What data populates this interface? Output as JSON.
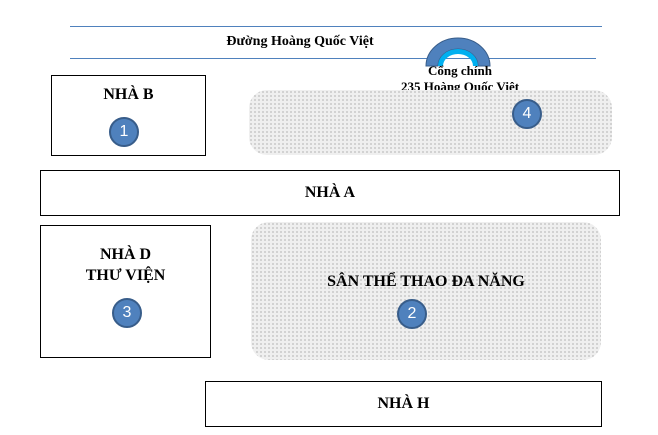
{
  "road": {
    "name": "Đường Hoàng Quốc Việt"
  },
  "gate": {
    "line1": "Cổng chính",
    "line2": "235 Hoàng Quốc Việt",
    "color": "#4f81bd"
  },
  "buildings": {
    "b": {
      "label": "NHÀ B"
    },
    "a": {
      "label": "NHÀ A"
    },
    "d": {
      "label_line1": "NHÀ D",
      "label_line2": "THƯ VIỆN"
    },
    "h": {
      "label": "NHÀ H"
    }
  },
  "sports_area": {
    "label": "SÂN THỂ THAO ĐA NĂNG"
  },
  "markers": {
    "m1": "1",
    "m2": "2",
    "m3": "3",
    "m4": "4"
  },
  "colors": {
    "marker_fill": "#4f81bd",
    "marker_border": "#385d8a",
    "road_line": "#4f81bd"
  }
}
